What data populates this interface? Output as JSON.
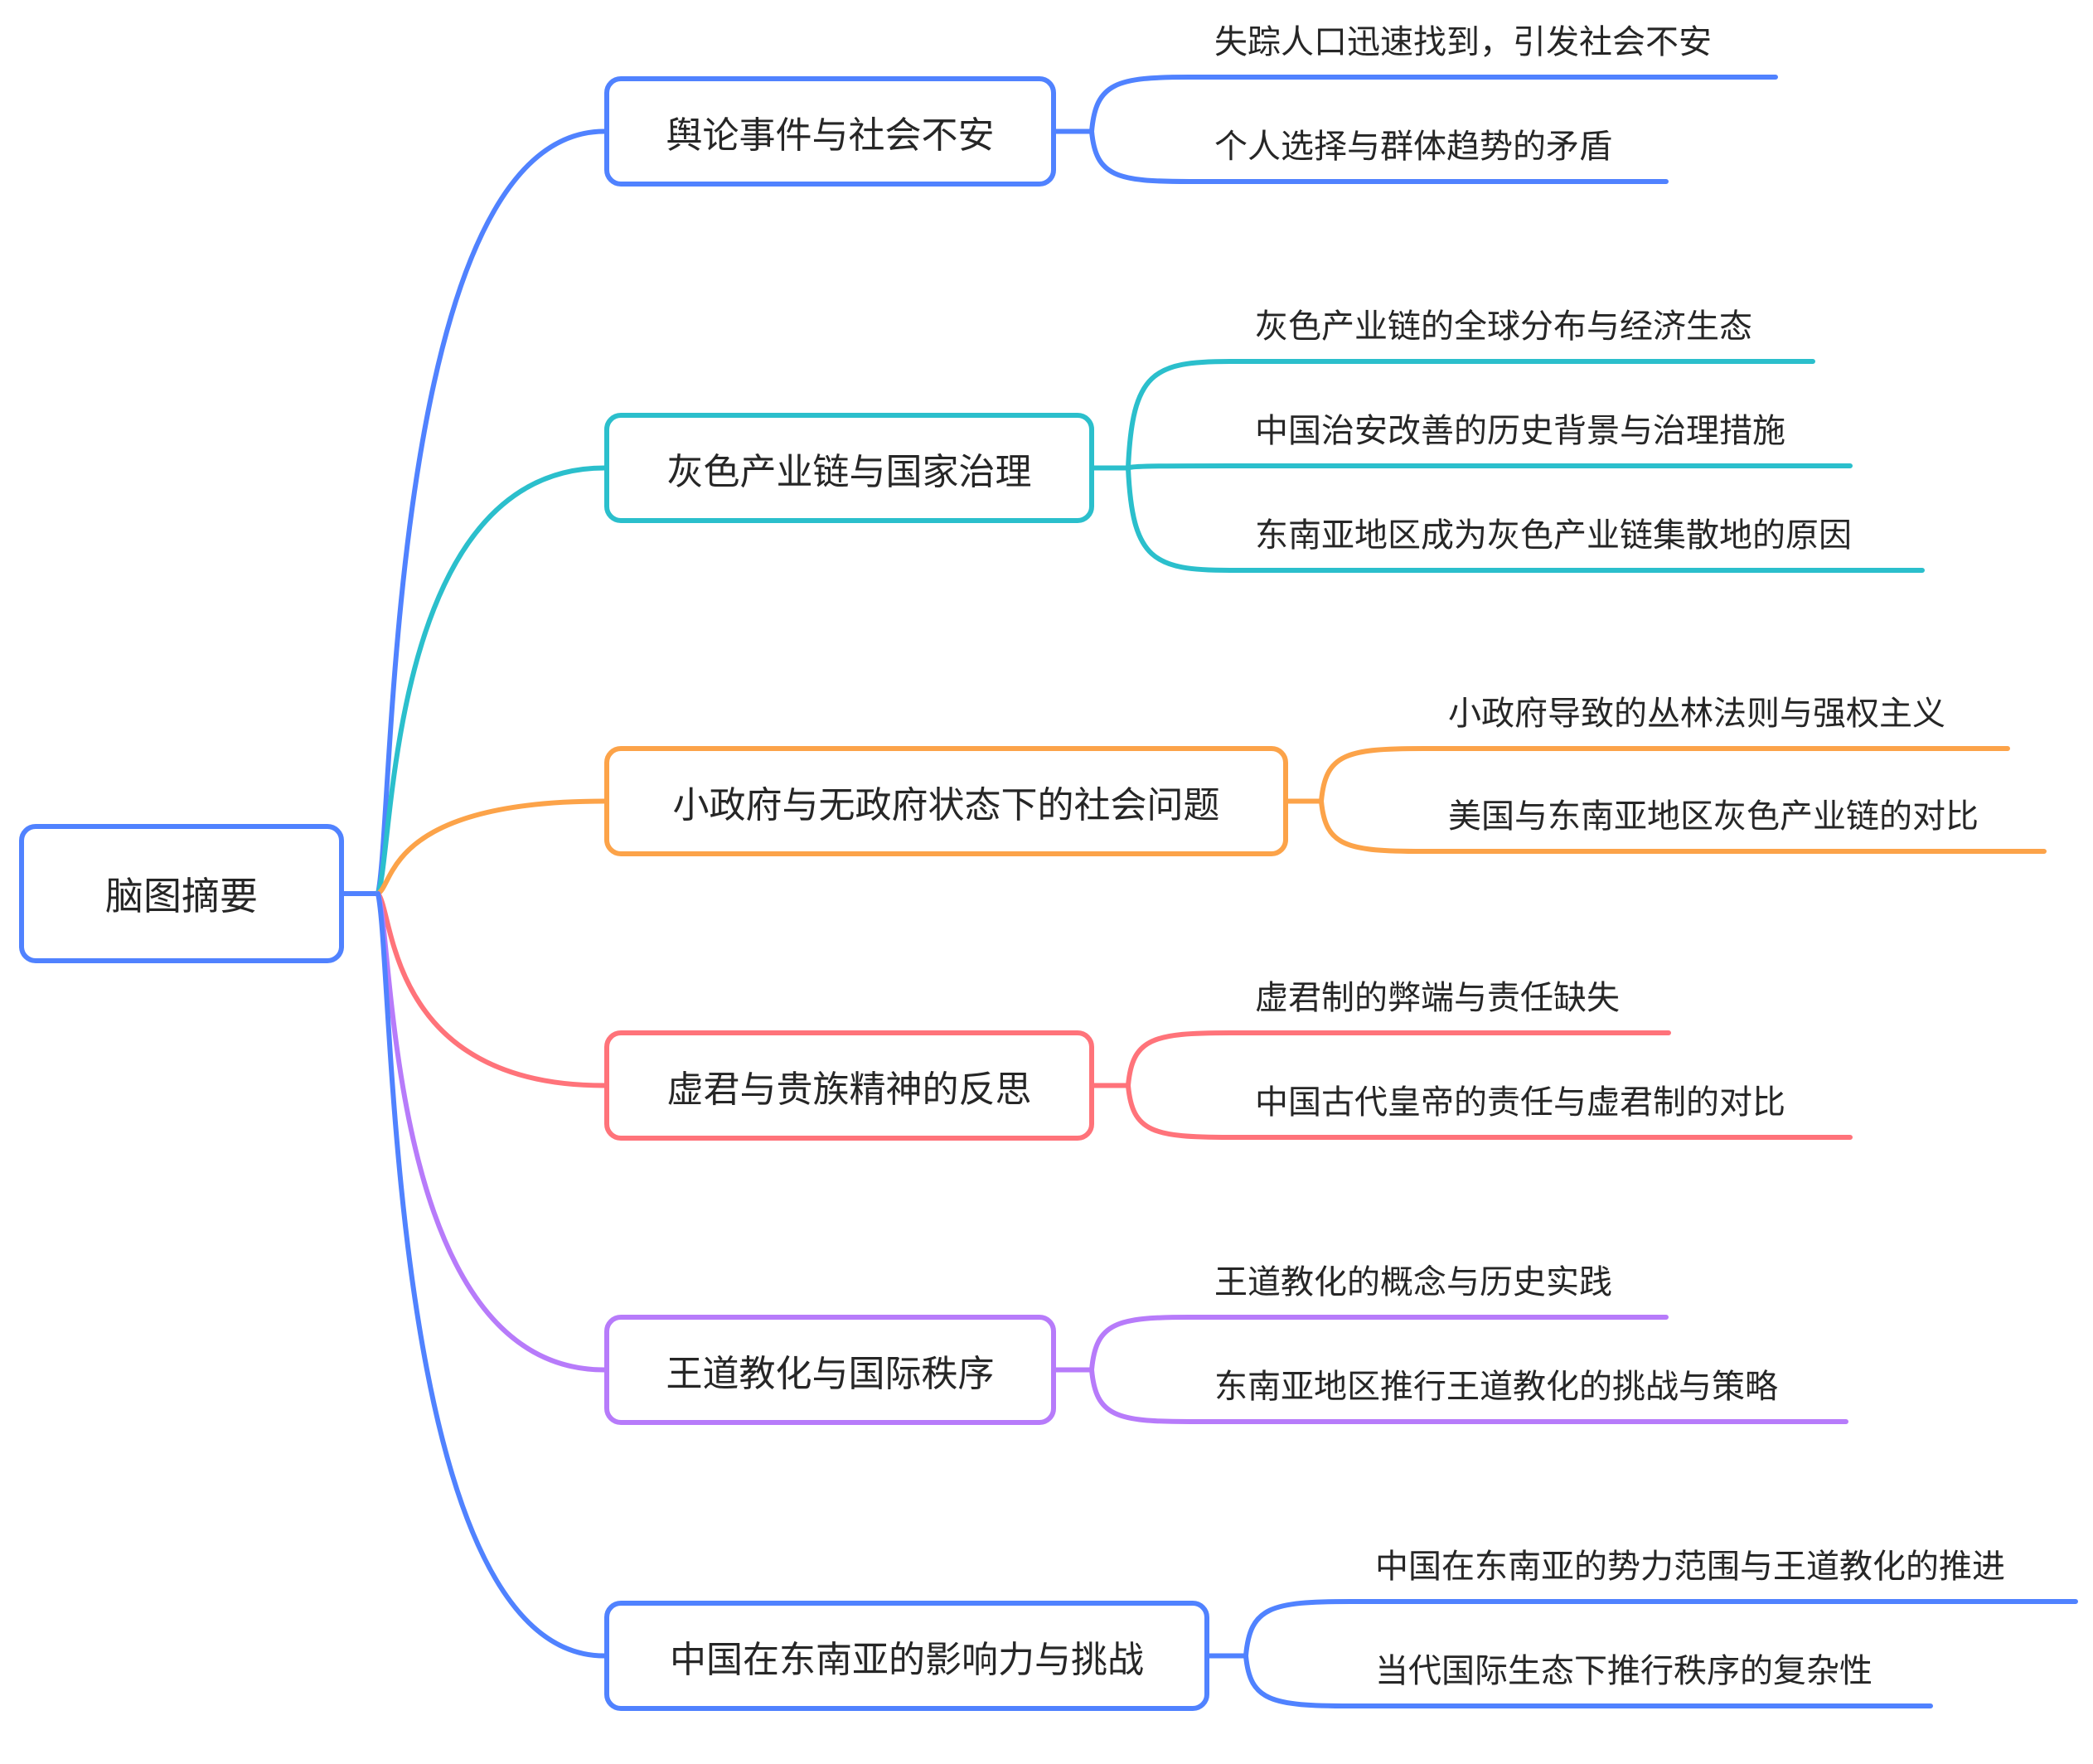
{
  "root": {
    "label": "脑图摘要",
    "color": "#5082ff"
  },
  "branches": [
    {
      "label": "舆论事件与社会不安",
      "color": "#5082ff",
      "children": [
        "失踪人口迅速找到，引发社会不安",
        "个人选择与群体趋势的矛盾"
      ]
    },
    {
      "label": "灰色产业链与国家治理",
      "color": "#2bbfcc",
      "children": [
        "灰色产业链的全球分布与经济生态",
        "中国治安改善的历史背景与治理措施",
        "东南亚地区成为灰色产业链集散地的原因"
      ]
    },
    {
      "label": "小政府与无政府状态下的社会问题",
      "color": "#fca349",
      "children": [
        "小政府导致的丛林法则与强权主义",
        "美国与东南亚地区灰色产业链的对比"
      ]
    },
    {
      "label": "虚君与贵族精神的反思",
      "color": "#ff737a",
      "children": [
        "虚君制的弊端与责任缺失",
        "中国古代皇帝的责任与虚君制的对比"
      ]
    },
    {
      "label": "王道教化与国际秩序",
      "color": "#b77bfa",
      "children": [
        "王道教化的概念与历史实践",
        "东南亚地区推行王道教化的挑战与策略"
      ]
    },
    {
      "label": "中国在东南亚的影响力与挑战",
      "color": "#5082ff",
      "children": [
        "中国在东南亚的势力范围与王道教化的推进",
        "当代国际生态下推行秩序的复杂性"
      ]
    }
  ]
}
